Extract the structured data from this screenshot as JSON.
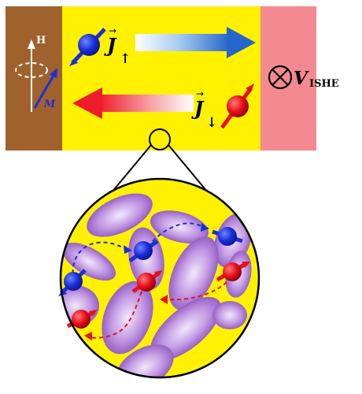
{
  "labels": {
    "field_h": "H",
    "magnetization_m": "M",
    "current_up": "J",
    "current_up_sub": "↑",
    "current_down": "J",
    "current_down_sub": "↓",
    "voltage": "V",
    "voltage_sub": "ISHE",
    "into_page_symbol": "⊗"
  },
  "colors": {
    "ferromagnet": "#a0622d",
    "channel": "#fff100",
    "detector": "#f48a8f",
    "spin_up": "#1a2fd8",
    "spin_down": "#e8101a",
    "scatterer": "#a070c8"
  },
  "icons": {
    "spin_up_ball": "blue-sphere-with-arrow",
    "spin_down_ball": "red-sphere-with-arrow",
    "voltage_symbol": "circle-cross-into-page-icon"
  }
}
